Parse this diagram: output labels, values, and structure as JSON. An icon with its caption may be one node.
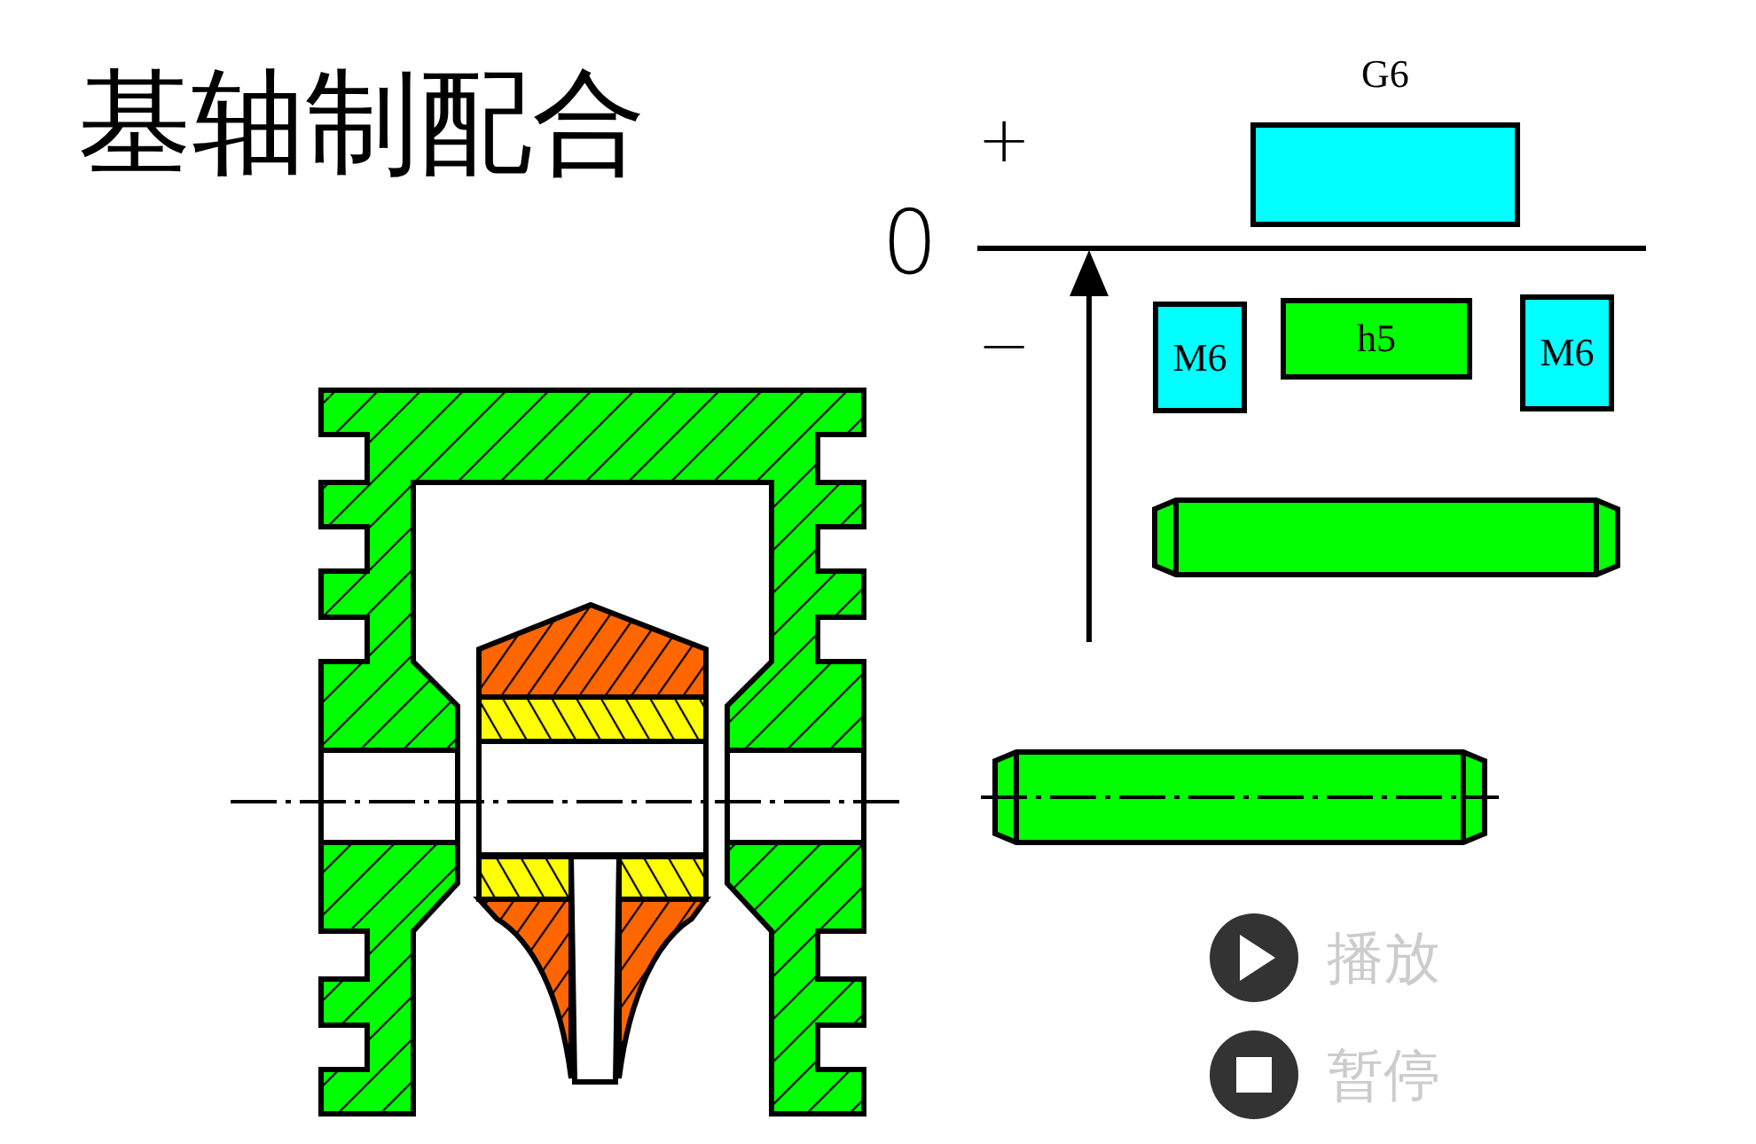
{
  "diagram": {
    "title": "基轴制配合",
    "nodes": [
      {
        "text": [
          "G6"
        ]
      },
      {
        "text": [
          "M6"
        ]
      },
      {
        "text": [
          "h5"
        ]
      },
      {
        "text": [
          "M6"
        ]
      }
    ],
    "labels": [
      "+",
      "0",
      "−",
      "播放",
      "暂停"
    ]
  }
}
